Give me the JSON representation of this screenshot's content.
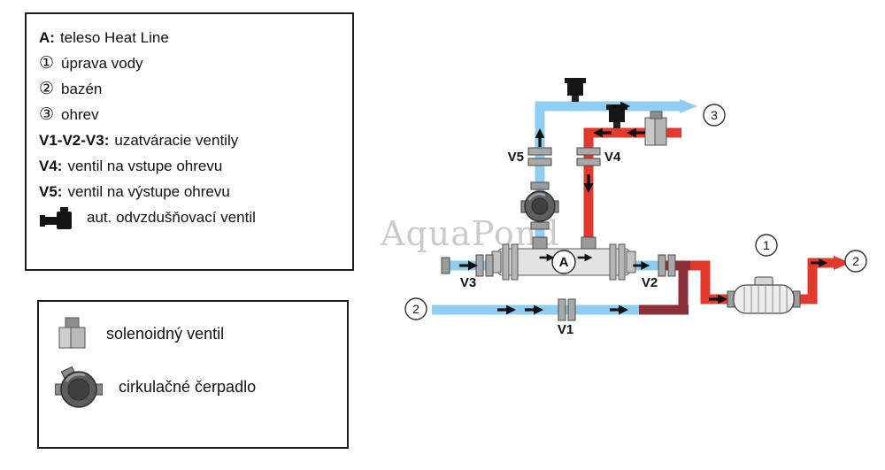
{
  "legend_main": {
    "line_a": {
      "key": "A:",
      "text": "teleso Heat Line"
    },
    "line_1": {
      "symbol": "①",
      "text": "úprava vody"
    },
    "line_2": {
      "symbol": "②",
      "text": "bazén"
    },
    "line_3": {
      "symbol": "③",
      "text": "ohrev"
    },
    "line_v123": {
      "key": "V1-V2-V3:",
      "text": "uzatváracie ventily"
    },
    "line_v4": {
      "key": "V4:",
      "text": "ventil na vstupe ohrevu"
    },
    "line_v5": {
      "key": "V5:",
      "text": "ventil na výstupe ohrevu"
    },
    "line_vent": {
      "icon": "auto-vent-valve-icon",
      "text": "aut. odvzdušňovací ventil"
    }
  },
  "legend_symbols": {
    "solenoid": {
      "icon": "solenoid-valve-icon",
      "text": "solenoidný ventil"
    },
    "pump": {
      "icon": "circulation-pump-icon",
      "text": "cirkulačné čerpadlo"
    }
  },
  "diagram": {
    "watermark": "AquaPond",
    "exchanger_label": "A",
    "valves": {
      "v1": "V1",
      "v2": "V2",
      "v3": "V3",
      "v4": "V4",
      "v5": "V5"
    },
    "nodes": {
      "n1": "1",
      "n2": "2",
      "n3": "3"
    },
    "colors": {
      "cold_pipe": "#8fcdf2",
      "hot_pipe": "#e1392c",
      "transition_pipe": "#8c3038",
      "arrow": "#111111",
      "watermark": "#c6c6c6"
    }
  }
}
